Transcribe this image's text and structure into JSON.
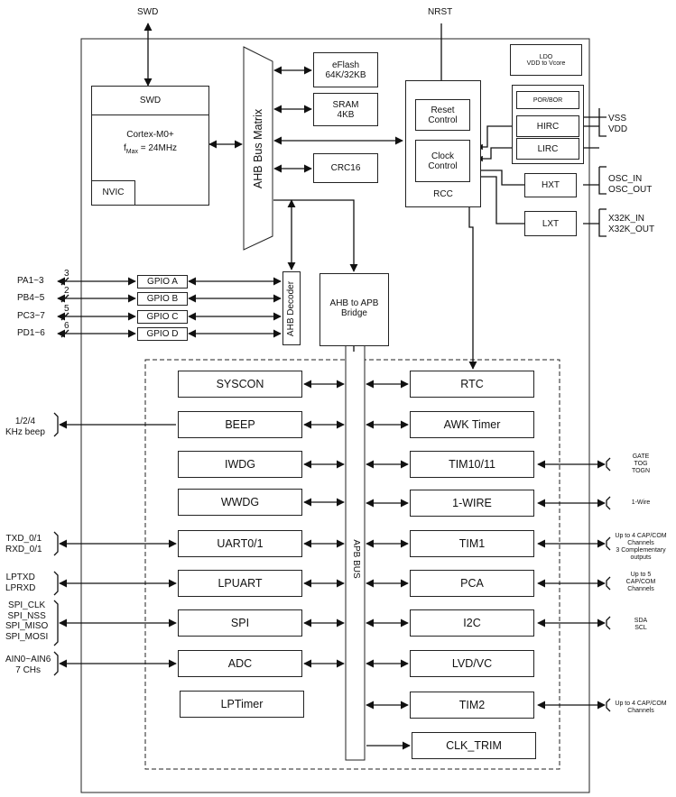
{
  "top": {
    "swd": "SWD",
    "nrst": "NRST"
  },
  "ldo": {
    "line1": "LDO",
    "line2": "VDD to Vcore"
  },
  "cpu": {
    "header": "SWD",
    "core": "Cortex-M0+",
    "freq_prefix": "f",
    "freq_sub": "Max",
    "freq_value": " = 24MHz",
    "nvic": "NVIC"
  },
  "bus_matrix": "AHB Bus Matrix",
  "memory": {
    "eflash": "eFlash\n64K/32KB",
    "sram": "SRAM\n4KB",
    "crc": "CRC16"
  },
  "rcc": {
    "reset": "Reset\nControl",
    "clock": "Clock\nControl",
    "label": "RCC"
  },
  "oscillators": {
    "porbor": "POR/BOR",
    "hirc": "HIRC",
    "lirc": "LIRC",
    "hxt": "HXT",
    "lxt": "LXT"
  },
  "power_pins": "VSS\nVDD",
  "osc_pins": "OSC_IN\nOSC_OUT",
  "x32k_pins": "X32K_IN\nX32K_OUT",
  "ahb_decoder": "AHB Decoder",
  "bridge": "AHB to APB\nBridge",
  "apb_bus": "APB BUS",
  "gpio": [
    {
      "name": "GPIO A",
      "pin": "PA1~3",
      "count": "3"
    },
    {
      "name": "GPIO B",
      "pin": "PB4~5",
      "count": "2"
    },
    {
      "name": "GPIO C",
      "pin": "PC3~7",
      "count": "5"
    },
    {
      "name": "GPIO D",
      "pin": "PD1~6",
      "count": "6"
    }
  ],
  "left_peripherals": [
    {
      "name": "SYSCON",
      "signal": ""
    },
    {
      "name": "BEEP",
      "signal": "1/2/4\nKHz beep"
    },
    {
      "name": "IWDG",
      "signal": ""
    },
    {
      "name": "WWDG",
      "signal": ""
    },
    {
      "name": "UART0/1",
      "signal": "TXD_0/1\nRXD_0/1"
    },
    {
      "name": "LPUART",
      "signal": "LPTXD\nLPRXD"
    },
    {
      "name": "SPI",
      "signal": "SPI_CLK\nSPI_NSS\nSPI_MISO\nSPI_MOSI"
    },
    {
      "name": "ADC",
      "signal": "AIN0~AIN6\n7 CHs"
    },
    {
      "name": "LPTimer",
      "signal": ""
    }
  ],
  "right_peripherals": [
    {
      "name": "RTC",
      "signal": ""
    },
    {
      "name": "AWK Timer",
      "signal": ""
    },
    {
      "name": "TIM10/11",
      "signal": "GATE\nTOG\nTOGN"
    },
    {
      "name": "1-WIRE",
      "signal": "1-Wire"
    },
    {
      "name": "TIM1",
      "signal": "Up to 4 CAP/COM\nChannels\n3 Complementary\noutputs"
    },
    {
      "name": "PCA",
      "signal": "Up to 5\nCAP/COM\nChannels"
    },
    {
      "name": "I2C",
      "signal": "SDA\nSCL"
    },
    {
      "name": "LVD/VC",
      "signal": ""
    },
    {
      "name": "TIM2",
      "signal": "Up to 4 CAP/COM\nChannels"
    },
    {
      "name": "CLK_TRIM",
      "signal": ""
    }
  ]
}
